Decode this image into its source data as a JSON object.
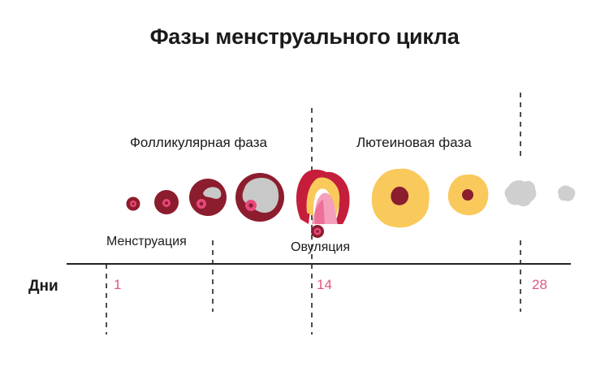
{
  "title": "Фазы менструального цикла",
  "phases": {
    "follicular": "Фолликулярная фаза",
    "luteal": "Лютеиновая фаза"
  },
  "events": {
    "menstruation": "Менструация",
    "ovulation": "Овуляция"
  },
  "days_label": "Дни",
  "day_marks": [
    "1",
    "14",
    "28"
  ],
  "colors": {
    "follicle_dark": "#8c1d2e",
    "follicle_red": "#c41e3a",
    "antrum_gray": "#c8c8c8",
    "oocyte_pink": "#e8487a",
    "corpus_luteum_yellow": "#f9c95c",
    "corpus_albicans_gray": "#cfcfcf",
    "day_number_pink": "#e0567f",
    "text": "#1a1a1a"
  },
  "icons": [
    "primordial-follicle-icon",
    "primary-follicle-icon",
    "secondary-follicle-icon",
    "mature-follicle-icon",
    "ovulating-follicle-icon",
    "released-oocyte-icon",
    "corpus-luteum-large-icon",
    "corpus-luteum-small-icon",
    "corpus-albicans-large-icon",
    "corpus-albicans-small-icon"
  ]
}
